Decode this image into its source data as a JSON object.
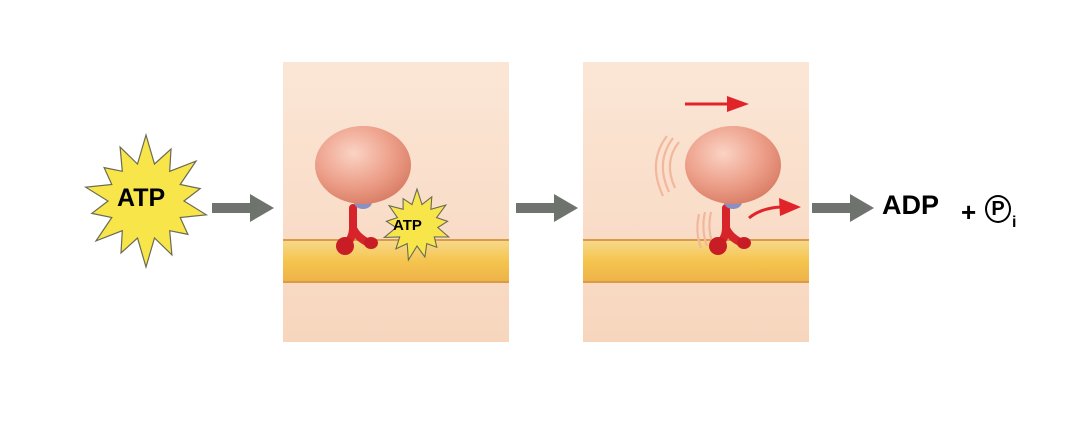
{
  "free_atp_label": "ATP",
  "bound_atp_label": "ATP",
  "product_adp_label": "ADP",
  "plus_sign": "+",
  "phosphate_label": "P",
  "phosphate_subscript": "i",
  "colors": {
    "atp_star_fill": "#f7e54a",
    "panel_background": "#f8dcc6",
    "membrane": "#f4c85a",
    "myosin_head": "#eb9b86",
    "myosin_stalk": "#d6242a",
    "neck_link": "#8a8fc4",
    "step_arrow": "#6f736e",
    "motion_arrow": "#e0242a"
  }
}
